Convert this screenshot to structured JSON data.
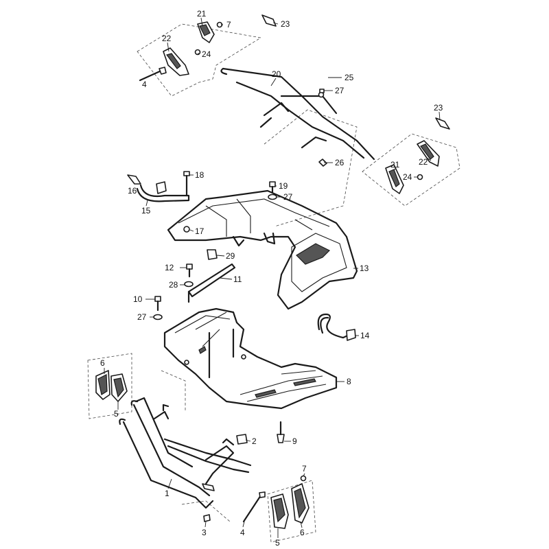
{
  "diagram": {
    "callouts": [
      {
        "id": "c21a",
        "label": "21"
      },
      {
        "id": "c7a",
        "label": "7"
      },
      {
        "id": "c23a",
        "label": "23"
      },
      {
        "id": "c22a",
        "label": "22"
      },
      {
        "id": "c24a",
        "label": "24"
      },
      {
        "id": "c4a",
        "label": "4"
      },
      {
        "id": "c20",
        "label": "20"
      },
      {
        "id": "c25",
        "label": "25"
      },
      {
        "id": "c27a",
        "label": "27"
      },
      {
        "id": "c23b",
        "label": "23"
      },
      {
        "id": "c26",
        "label": "26"
      },
      {
        "id": "c21b",
        "label": "21"
      },
      {
        "id": "c22b",
        "label": "22"
      },
      {
        "id": "c24b",
        "label": "24"
      },
      {
        "id": "c18",
        "label": "18"
      },
      {
        "id": "c16",
        "label": "16"
      },
      {
        "id": "c19",
        "label": "19"
      },
      {
        "id": "c27b",
        "label": "27"
      },
      {
        "id": "c15",
        "label": "15"
      },
      {
        "id": "c17",
        "label": "17"
      },
      {
        "id": "c29",
        "label": "29"
      },
      {
        "id": "c13",
        "label": "13"
      },
      {
        "id": "c12",
        "label": "12"
      },
      {
        "id": "c28",
        "label": "28"
      },
      {
        "id": "c11",
        "label": "11"
      },
      {
        "id": "c10",
        "label": "10"
      },
      {
        "id": "c27c",
        "label": "27"
      },
      {
        "id": "c14",
        "label": "14"
      },
      {
        "id": "c6a",
        "label": "6"
      },
      {
        "id": "c5a",
        "label": "5"
      },
      {
        "id": "c8",
        "label": "8"
      },
      {
        "id": "c2",
        "label": "2"
      },
      {
        "id": "c9",
        "label": "9"
      },
      {
        "id": "c7b",
        "label": "7"
      },
      {
        "id": "c1",
        "label": "1"
      },
      {
        "id": "c6b",
        "label": "6"
      },
      {
        "id": "c3",
        "label": "3"
      },
      {
        "id": "c4b",
        "label": "4"
      },
      {
        "id": "c5b",
        "label": "5"
      }
    ]
  }
}
